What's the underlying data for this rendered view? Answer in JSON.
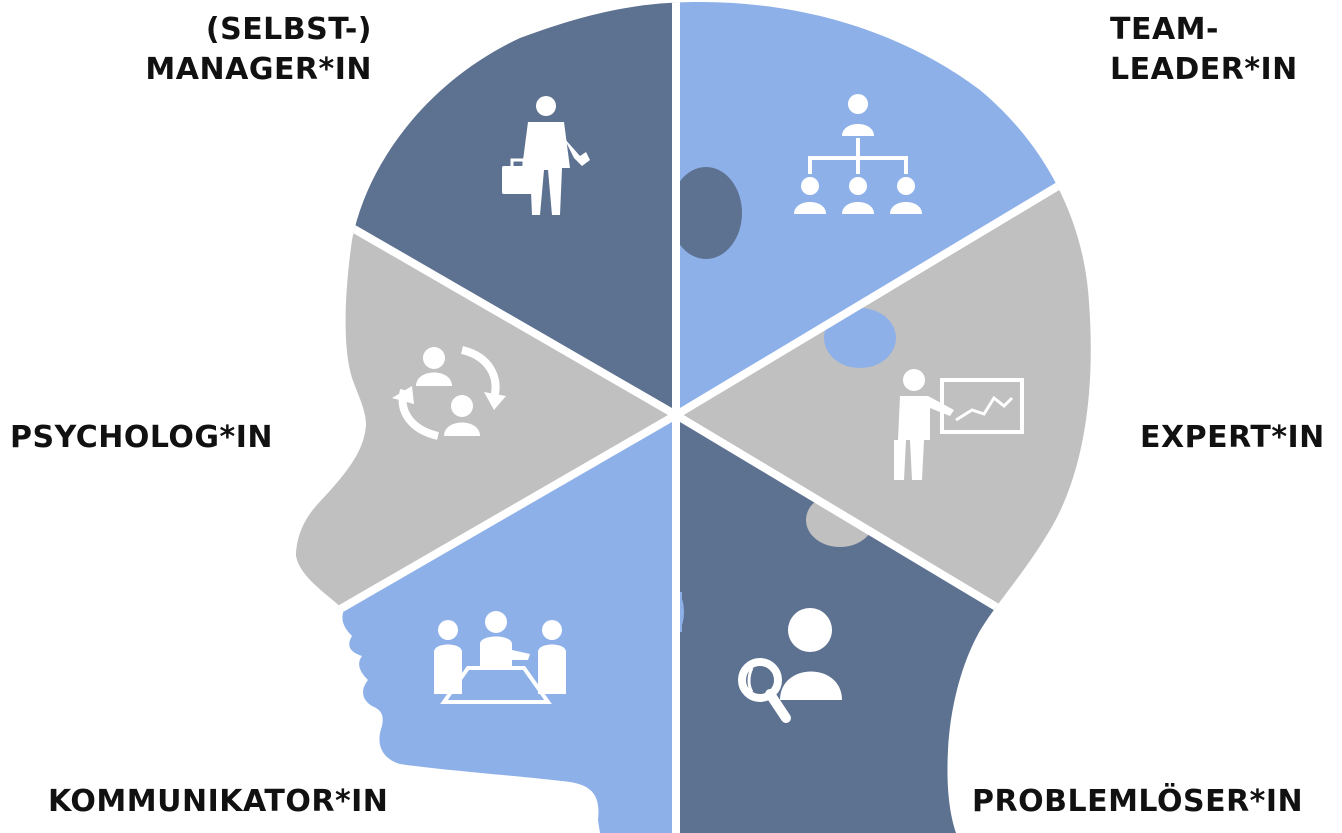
{
  "colors": {
    "dark_slate": "#5d7190",
    "light_blue": "#8db0e9",
    "gray": "#c0c0c0",
    "white": "#ffffff",
    "text": "#111111"
  },
  "roles": [
    {
      "id": "manager",
      "lines": [
        "(SELBST-)",
        "MANAGER*IN"
      ],
      "icon": "businessman-briefcase-icon",
      "color": "dark_slate"
    },
    {
      "id": "teamleader",
      "lines": [
        "TEAM-",
        "LEADER*IN"
      ],
      "icon": "org-chart-icon",
      "color": "light_blue"
    },
    {
      "id": "psychologist",
      "lines": [
        "PSYCHOLOG*IN"
      ],
      "icon": "people-cycle-icon",
      "color": "gray"
    },
    {
      "id": "expert",
      "lines": [
        "EXPERT*IN"
      ],
      "icon": "presenter-chart-icon",
      "color": "gray"
    },
    {
      "id": "communicator",
      "lines": [
        "KOMMUNIKATOR*IN"
      ],
      "icon": "meeting-table-icon",
      "color": "light_blue"
    },
    {
      "id": "problemsolver",
      "lines": [
        "PROBLEMLÖSER*IN"
      ],
      "icon": "magnifier-person-icon",
      "color": "dark_slate"
    }
  ]
}
